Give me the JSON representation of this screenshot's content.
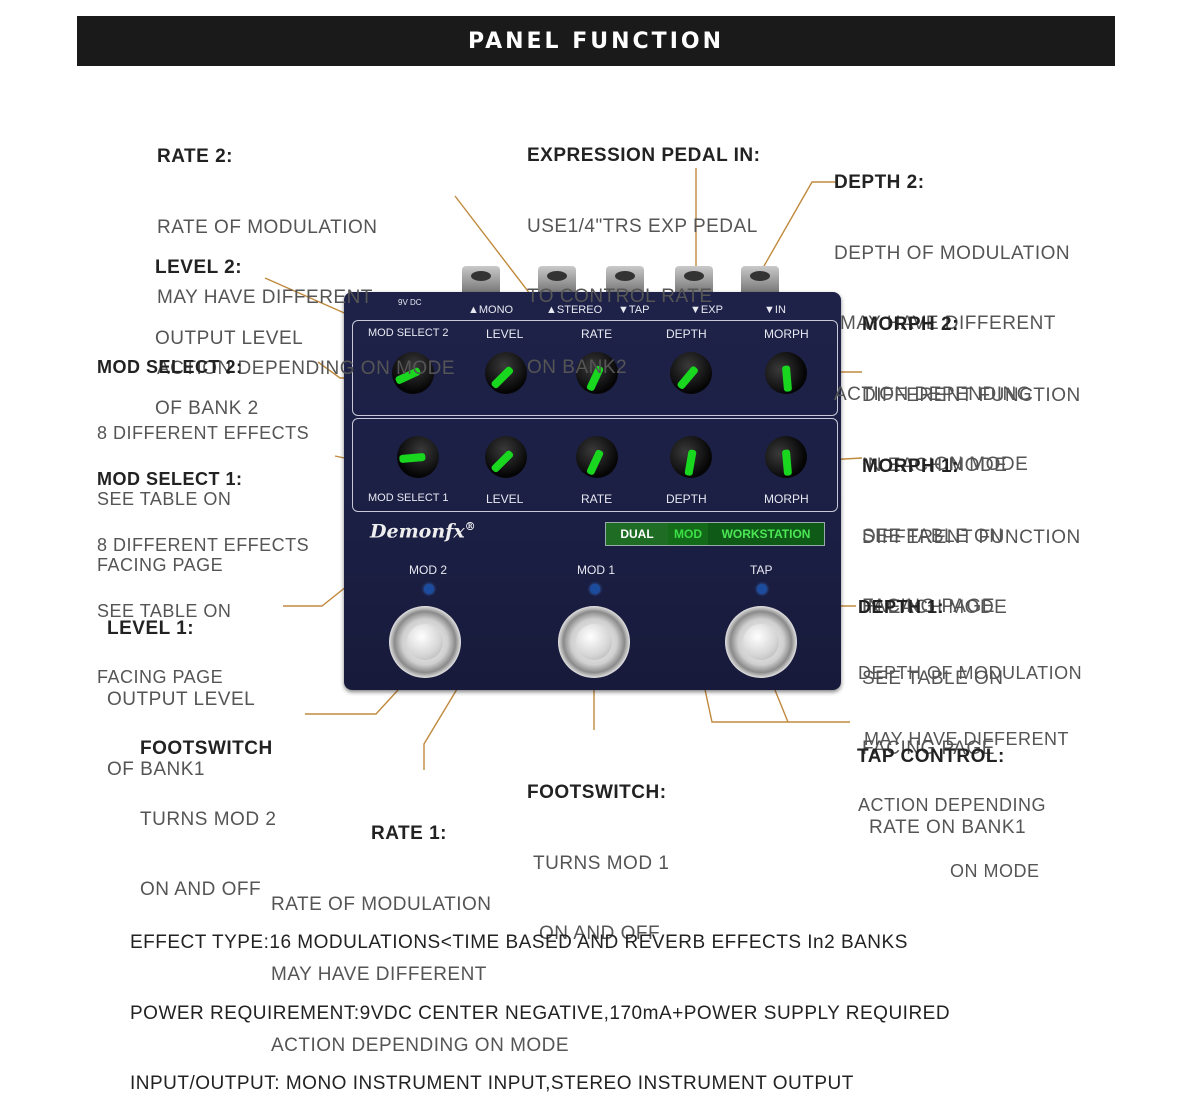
{
  "header": "PANEL FUNCTION",
  "annotations": {
    "rate2": {
      "title": "RATE 2:",
      "lines": [
        "RATE OF MODULATION",
        "MAY HAVE DIFFERENT",
        "ACTION DEPENDING ON MODE"
      ]
    },
    "exp": {
      "title": "EXPRESSION PEDAL IN:",
      "lines": [
        "USE1/4\"TRS EXP PEDAL",
        "TO CONTROL RATE",
        "ON BANK2"
      ]
    },
    "depth2": {
      "title": "DEPTH 2:",
      "lines": [
        "DEPTH OF MODULATION",
        "MAY HAVE DIFFERENT",
        "ACTION DEPENDING",
        "ON MODE"
      ]
    },
    "level2": {
      "title": "LEVEL 2:",
      "lines": [
        "OUTPUT LEVEL",
        "OF BANK 2"
      ]
    },
    "morph2": {
      "title": "MORPH 2:",
      "lines": [
        "DIFFERENT FUNCTION",
        "IN EACH MODE",
        "SEE TABLE ON",
        "FACING PAGE"
      ]
    },
    "modsel2": {
      "title": "MOD SELECT 2:",
      "lines": [
        "8 DIFFERENT EFFECTS",
        "SEE TABLE ON",
        "FACING PAGE"
      ]
    },
    "modsel1": {
      "title": "MOD SELECT 1:",
      "lines": [
        "8 DIFFERENT EFFECTS",
        "SEE TABLE ON",
        "FACING PAGE"
      ]
    },
    "morph1": {
      "title": "MORPH 1:",
      "lines": [
        "DIFFERENT FUNCTION",
        "IN EACH MODE",
        "SEE TABLE ON",
        "FACING PAGE"
      ]
    },
    "depth1": {
      "title": "DEPTH 1:",
      "lines": [
        "DEPTH OF MODULATION",
        "MAY HAVE DIFFERENT",
        "ACTION DEPENDING",
        "ON MODE"
      ]
    },
    "level1": {
      "title": "LEVEL 1:",
      "lines": [
        "OUTPUT LEVEL",
        "OF BANK1"
      ]
    },
    "foot2": {
      "title": "FOOTSWITCH",
      "lines": [
        "TURNS MOD 2",
        "ON AND OFF"
      ]
    },
    "tap": {
      "title": "TAP CONTROL:",
      "lines": [
        "RATE ON BANK1"
      ]
    },
    "foot1": {
      "title": "FOOTSWITCH:",
      "lines": [
        "TURNS MOD 1",
        "ON AND OFF"
      ]
    },
    "rate1": {
      "title": "RATE 1:",
      "lines": [
        "RATE OF MODULATION",
        "MAY HAVE DIFFERENT",
        "ACTION DEPENDING ON MODE"
      ]
    }
  },
  "pedal": {
    "jacks": {
      "power": "9V DC",
      "mono": "MONO",
      "stereo": "STEREO",
      "tap": "TAP",
      "exp": "EXP",
      "in": "IN"
    },
    "bank2_labels": [
      "MOD SELECT 2",
      "LEVEL",
      "RATE",
      "DEPTH",
      "MORPH"
    ],
    "bank1_labels": [
      "MOD SELECT 1",
      "LEVEL",
      "RATE",
      "DEPTH",
      "MORPH"
    ],
    "brand": "Demonfx",
    "registered": "®",
    "workstation": {
      "a": "DUAL",
      "b": "MOD",
      "c": "WORKSTATION"
    },
    "switches": [
      "MOD 2",
      "MOD 1",
      "TAP"
    ]
  },
  "specs": [
    "EFFECT TYPE:16 MODULATIONS<TIME BASED AND REVERB EFFECTS In2 BANKS",
    "POWER REQUIREMENT:9VDC CENTER NEGATIVE,170mA+POWER SUPPLY REQUIRED",
    "INPUT/OUTPUT: MONO INSTRUMENT INPUT,STEREO INSTRUMENT OUTPUT"
  ]
}
